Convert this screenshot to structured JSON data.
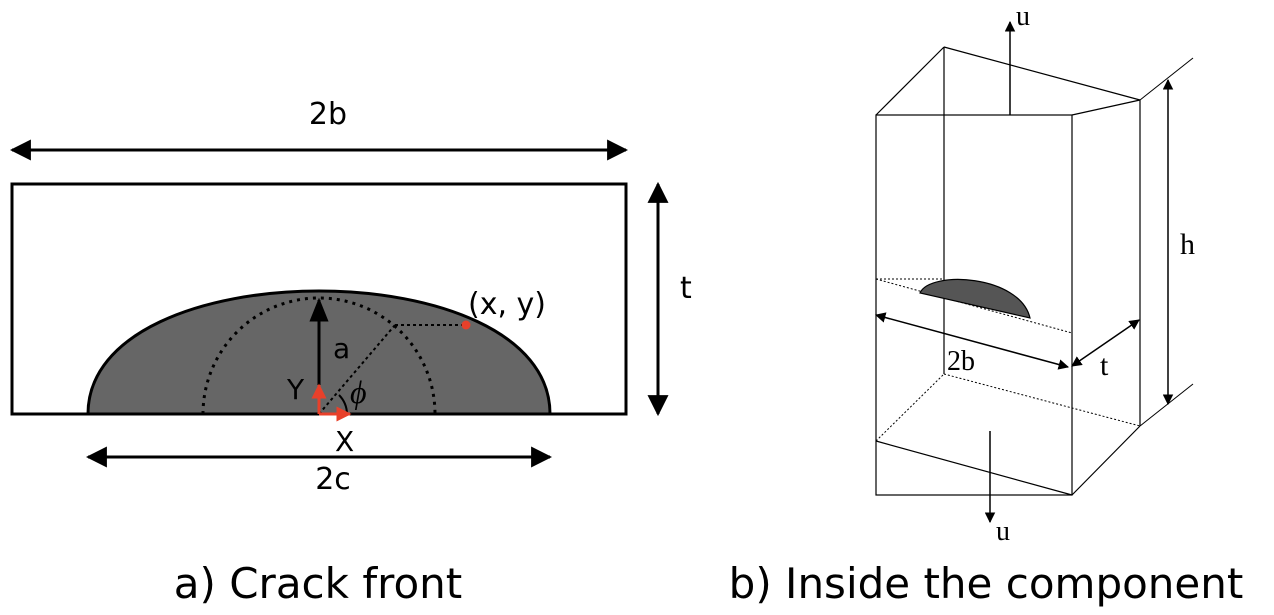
{
  "panel_a": {
    "caption": "a) Crack front",
    "label_2b": "2b",
    "label_t": "t",
    "label_a": "a",
    "label_xy": "(x, y)",
    "label_Y": "Y",
    "label_X": "X",
    "label_phi": "ϕ",
    "label_2c": "2c"
  },
  "panel_b": {
    "caption": "b) Inside the component",
    "label_u_top": "u",
    "label_u_bottom": "u",
    "label_h": "h",
    "label_2b": "2b",
    "label_t": "t"
  },
  "colors": {
    "crack_fill": "#666666",
    "line": "#000000",
    "axis_red": "#e8402a"
  }
}
